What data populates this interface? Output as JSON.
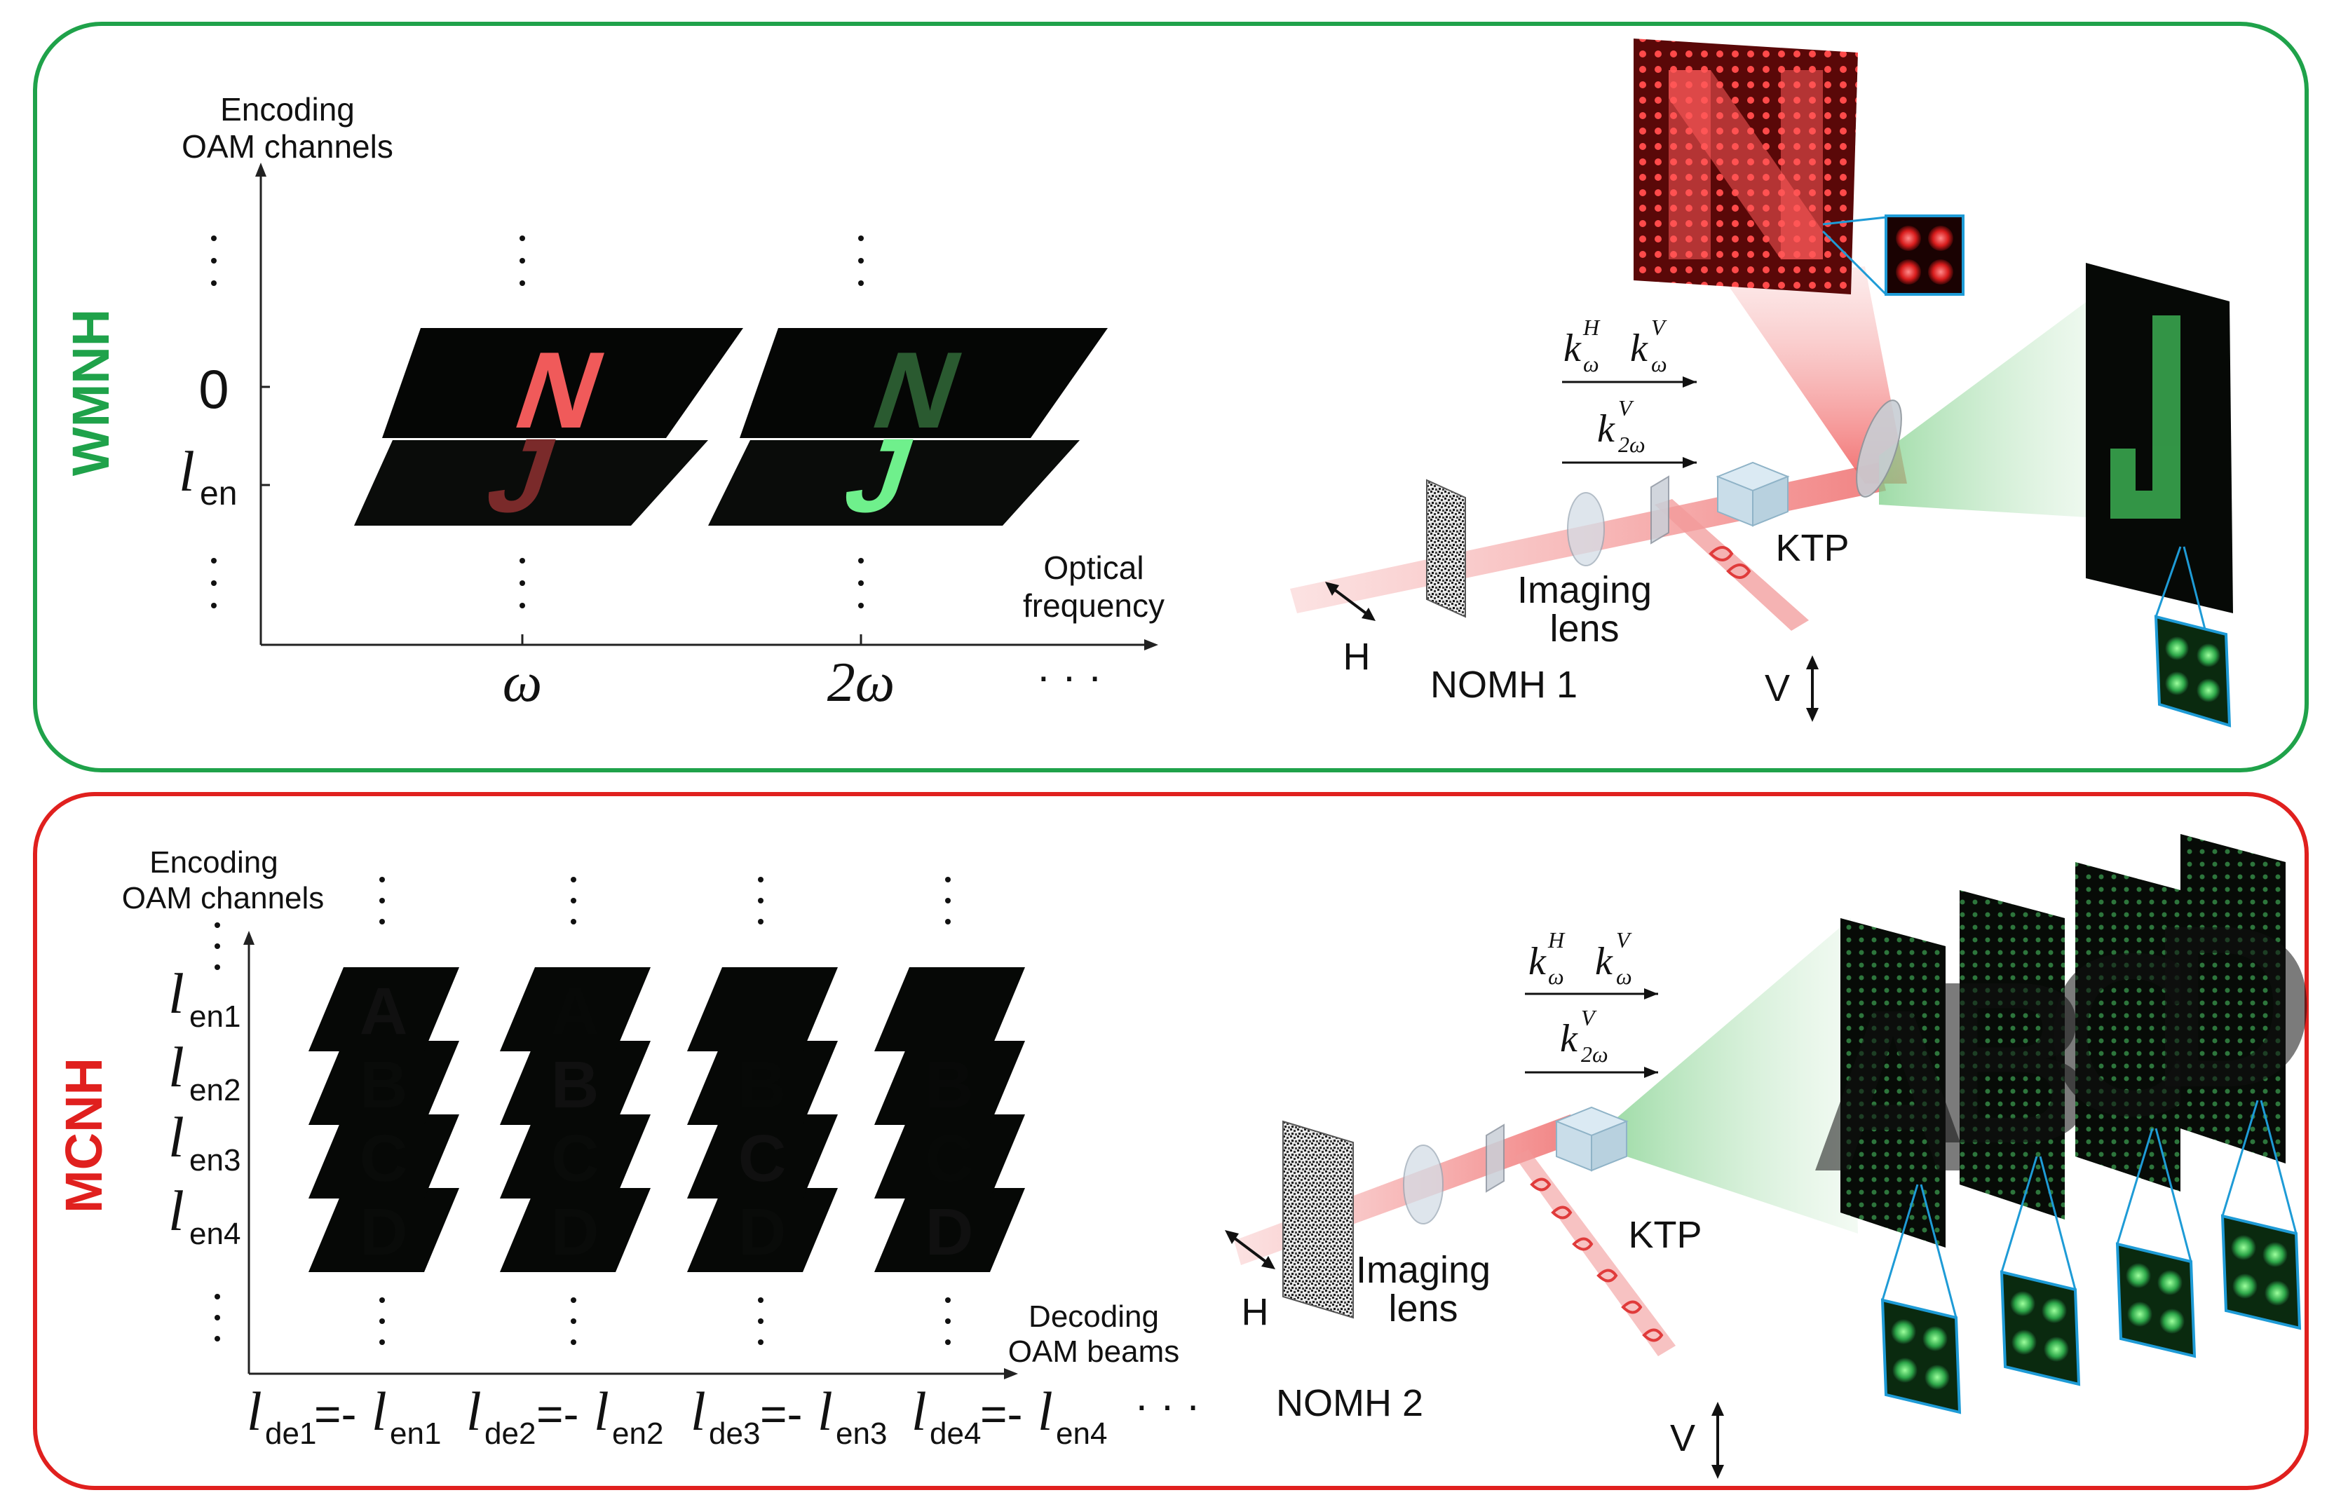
{
  "colors": {
    "wmnh_border": "#1fa24a",
    "mcnh_border": "#e0201e",
    "red_beam": "#f28b8b",
    "green_beam": "#b9e3b9",
    "red_dot": "#ff3b3b",
    "green_dot": "#5fe07a",
    "plate": "#0a0c0a",
    "inset_border": "#1e9bd6"
  },
  "top_panel": {
    "label": "WMNH",
    "y_axis_label_line1": "Encoding",
    "y_axis_label_line2": "OAM channels",
    "x_axis_label_line1": "Optical",
    "x_axis_label_line2": "frequency",
    "y_tick_zero": "0",
    "y_tick_len_main": "l",
    "y_tick_len_sub": "en",
    "x_tick_1": "ω",
    "x_tick_2": "2ω",
    "x_ellipsis": "· · ·",
    "plates": [
      {
        "column": "ω",
        "upper_letter": "N",
        "upper_color": "red-bright",
        "lower_letter": "J",
        "lower_color": "red-dim"
      },
      {
        "column": "2ω",
        "upper_letter": "N",
        "upper_color": "green-dim",
        "lower_letter": "J",
        "lower_color": "green-bright"
      }
    ],
    "setup": {
      "k_h": "k",
      "k_h_sup": "H",
      "k_h_sub": "ω",
      "k_v": "k",
      "k_v_sup": "V",
      "k_v_sub": "ω",
      "k_2w": "k",
      "k_2w_sup": "V",
      "k_2w_sub": "2ω",
      "imaging_lens_1": "Imaging",
      "imaging_lens_2": "lens",
      "ktp": "KTP",
      "h_label": "H",
      "v_label": "V",
      "nomh": "NOMH 1",
      "far_field_red_letter": "N",
      "far_field_green_letter": "J"
    }
  },
  "bottom_panel": {
    "label": "MCNH",
    "y_axis_label_line1": "Encoding",
    "y_axis_label_line2": "OAM channels",
    "x_axis_label_line1": "Decoding",
    "x_axis_label_line2": "OAM beams",
    "y_ticks": [
      {
        "main": "l",
        "sub": "en1"
      },
      {
        "main": "l",
        "sub": "en2"
      },
      {
        "main": "l",
        "sub": "en3"
      },
      {
        "main": "l",
        "sub": "en4"
      }
    ],
    "x_ticks": [
      {
        "a": "l",
        "a_sub": "de1",
        "eq": "=-",
        "b": "l",
        "b_sub": "en1"
      },
      {
        "a": "l",
        "a_sub": "de2",
        "eq": "=-",
        "b": "l",
        "b_sub": "en2"
      },
      {
        "a": "l",
        "a_sub": "de3",
        "eq": "=-",
        "b": "l",
        "b_sub": "en3"
      },
      {
        "a": "l",
        "a_sub": "de4",
        "eq": "=-",
        "b": "l",
        "b_sub": "en4"
      }
    ],
    "x_ellipsis": "· · ·",
    "letters": [
      "A",
      "B",
      "C",
      "D"
    ],
    "setup": {
      "k_h": "k",
      "k_h_sup": "H",
      "k_h_sub": "ω",
      "k_v": "k",
      "k_v_sup": "V",
      "k_v_sub": "ω",
      "k_2w": "k",
      "k_2w_sup": "V",
      "k_2w_sub": "2ω",
      "imaging_lens_1": "Imaging",
      "imaging_lens_2": "lens",
      "ktp": "KTP",
      "h_label": "H",
      "v_label": "V",
      "nomh": "NOMH 2",
      "far_field_letters": [
        "A",
        "B",
        "C",
        "D"
      ]
    }
  }
}
